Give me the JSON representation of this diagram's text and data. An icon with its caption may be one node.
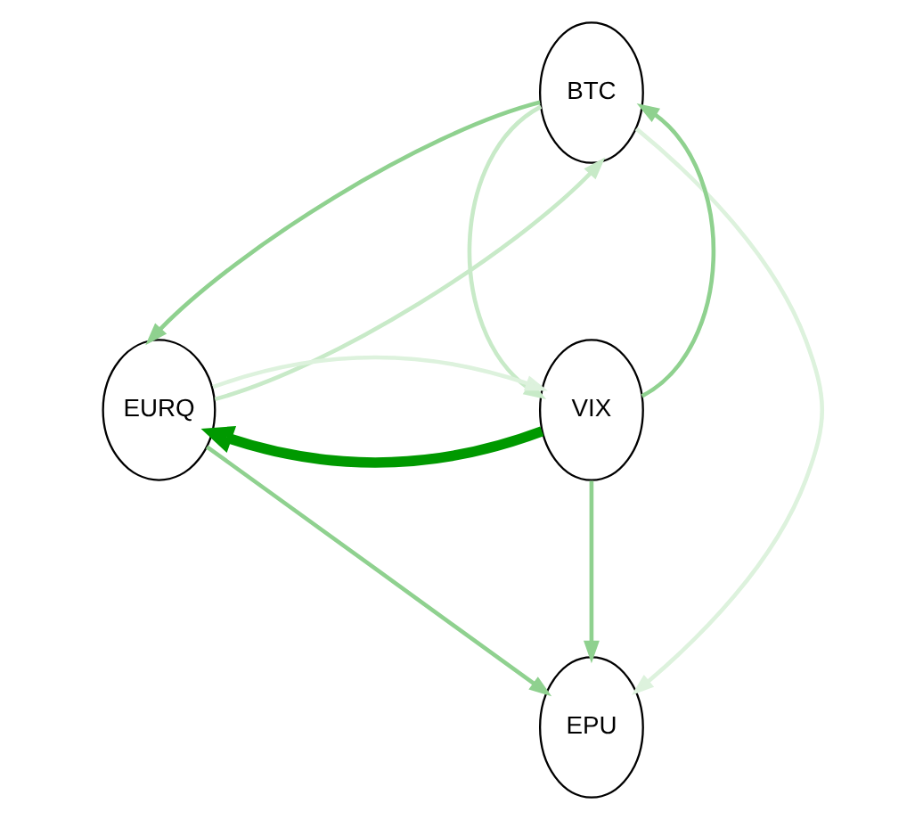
{
  "diagram": {
    "nodes": [
      {
        "text": [
          "BTC"
        ]
      },
      {
        "text": [
          "EURQ"
        ]
      },
      {
        "text": [
          "VIX"
        ]
      },
      {
        "text": [
          "EPU"
        ]
      }
    ],
    "edges": [
      {
        "from": 2,
        "to": 0,
        "arrow": "to"
      },
      {
        "from": 0,
        "to": 1,
        "arrow": "to"
      },
      {
        "from": 1,
        "to": 0,
        "arrow": "to",
        "color": "#c8eac8"
      },
      {
        "from": 0,
        "to": 2,
        "arrow": "to",
        "color": "#c8eac8"
      },
      {
        "from": 0,
        "to": 3,
        "arrow": "to",
        "color": "#ddf2dd"
      },
      {
        "from": 2,
        "to": 1,
        "arrow": "to",
        "style": "thick",
        "color": "#009900"
      },
      {
        "from": 1,
        "to": 2,
        "arrow": "to",
        "color": "#ddf2dd"
      },
      {
        "from": 1,
        "to": 3,
        "arrow": "to"
      },
      {
        "from": 2,
        "to": 3,
        "arrow": "to"
      }
    ]
  }
}
